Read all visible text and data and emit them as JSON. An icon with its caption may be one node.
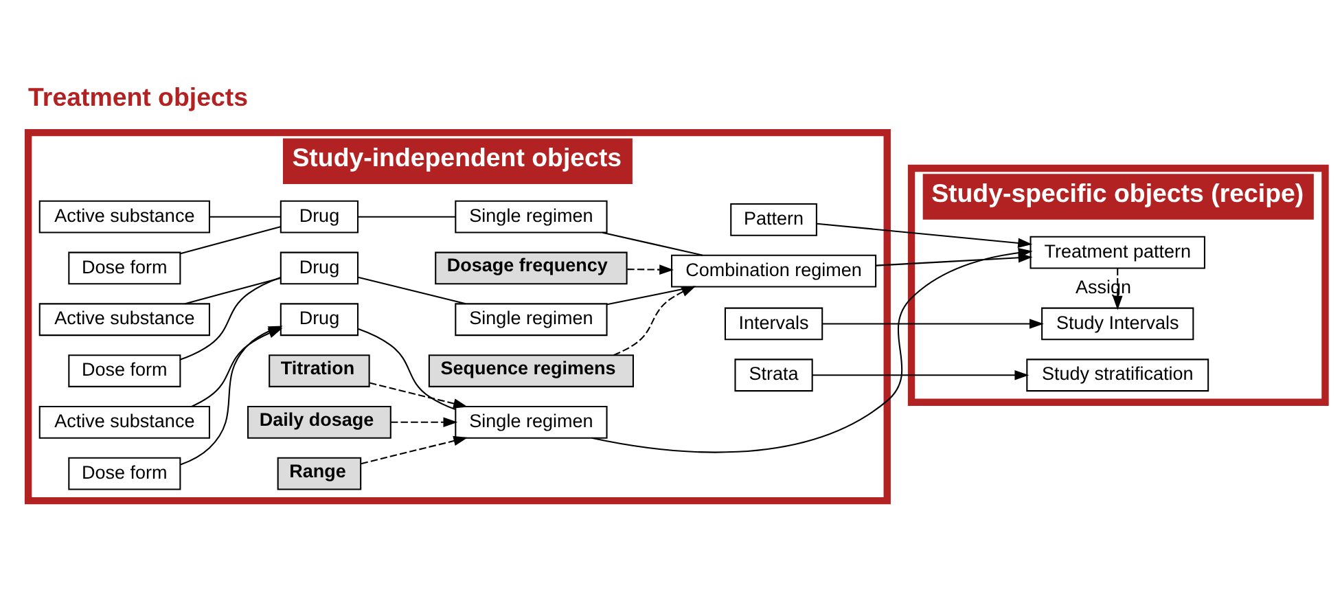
{
  "diagram": {
    "title": "Treatment objects",
    "nodes": [
      {
        "text": [
          "Study-independent objects"
        ]
      },
      {
        "text": [
          "Study-specific objects (recipe)"
        ]
      },
      {
        "text": [
          "Active substance"
        ],
        "in": 0
      },
      {
        "text": [
          "Dose form"
        ],
        "in": 0
      },
      {
        "text": [
          "Drug"
        ],
        "in": 0
      },
      {
        "text": [
          "Single regimen"
        ],
        "in": 0
      },
      {
        "text": [
          "Titration"
        ],
        "in": 0
      },
      {
        "text": [
          "Daily dosage"
        ],
        "in": 0
      },
      {
        "text": [
          "Range"
        ],
        "in": 0
      },
      {
        "text": [
          "Pattern"
        ],
        "in": 0
      },
      {
        "text": [
          "Active substance"
        ],
        "in": 0
      },
      {
        "text": [
          "Dose form"
        ],
        "in": 0
      },
      {
        "text": [
          "Drug"
        ],
        "in": 0
      },
      {
        "text": [
          "Single regimen"
        ],
        "in": 0
      },
      {
        "text": [
          "Sequence regimens"
        ],
        "in": 0
      },
      {
        "text": [
          "Combination regimen"
        ],
        "in": 0
      },
      {
        "text": [
          "Active substance"
        ],
        "in": 0
      },
      {
        "text": [
          "Dose form"
        ],
        "in": 0
      },
      {
        "text": [
          "Drug"
        ],
        "in": 0
      },
      {
        "text": [
          "Single regimen"
        ],
        "in": 0
      },
      {
        "text": [
          "Intervals"
        ],
        "in": 0
      },
      {
        "text": [
          "Strata"
        ],
        "in": 0
      },
      {
        "text": [
          "Dosage frequency"
        ],
        "in": 0
      },
      {
        "text": [
          "Treatment pattern"
        ],
        "in": 1
      },
      {
        "text": [
          "Study Intervals"
        ],
        "in": 1
      },
      {
        "text": [
          "Study stratification"
        ],
        "in": 1
      }
    ],
    "edges": [
      {
        "from": 2,
        "to": 4,
        "arrow": "to"
      },
      {
        "from": 3,
        "to": 4,
        "arrow": "to"
      },
      {
        "from": 4,
        "to": 5,
        "arrow": "none"
      },
      {
        "from": 6,
        "to": 5,
        "arrow": "to",
        "style": "dashed"
      },
      {
        "from": 7,
        "to": 5,
        "arrow": "to",
        "style": "dashed"
      },
      {
        "from": 8,
        "to": 5,
        "arrow": "to",
        "style": "dashed"
      },
      {
        "from": 5,
        "to": 23,
        "arrow": "to"
      },
      {
        "from": 9,
        "to": 23,
        "arrow": "to"
      },
      {
        "from": 10,
        "to": 12,
        "arrow": "none"
      },
      {
        "from": 11,
        "to": 12,
        "arrow": "none"
      },
      {
        "from": 12,
        "to": 13,
        "arrow": "none"
      },
      {
        "from": 16,
        "to": 18,
        "arrow": "none"
      },
      {
        "from": 17,
        "to": 18,
        "arrow": "none"
      },
      {
        "from": 18,
        "to": 19,
        "arrow": "none"
      },
      {
        "from": 13,
        "to": 15,
        "arrow": "none"
      },
      {
        "from": 19,
        "to": 15,
        "arrow": "none"
      },
      {
        "from": 14,
        "to": 15,
        "arrow": "to",
        "style": "dashed"
      },
      {
        "from": 22,
        "to": 15,
        "arrow": "to",
        "style": "dashed"
      },
      {
        "from": 15,
        "to": 23,
        "arrow": "to"
      },
      {
        "from": 23,
        "to": 24,
        "arrow": "to",
        "style": "dashed",
        "label": "Assign"
      },
      {
        "from": 20,
        "to": 24,
        "arrow": "to"
      },
      {
        "from": 21,
        "to": 25,
        "arrow": "to"
      }
    ]
  }
}
